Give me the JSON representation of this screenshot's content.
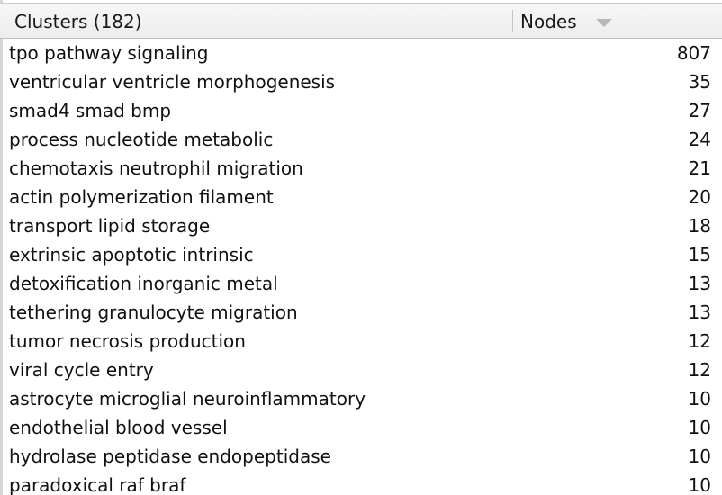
{
  "header": {
    "clusters_label": "Clusters (182)",
    "nodes_label": "Nodes",
    "sort_icon": "sort-descending-icon"
  },
  "rows": [
    {
      "name": "tpo pathway signaling",
      "count": "807"
    },
    {
      "name": "ventricular ventricle morphogenesis",
      "count": "35"
    },
    {
      "name": "smad4 smad bmp",
      "count": "27"
    },
    {
      "name": "process nucleotide metabolic",
      "count": "24"
    },
    {
      "name": "chemotaxis neutrophil migration",
      "count": "21"
    },
    {
      "name": "actin polymerization filament",
      "count": "20"
    },
    {
      "name": "transport lipid storage",
      "count": "18"
    },
    {
      "name": "extrinsic apoptotic intrinsic",
      "count": "15"
    },
    {
      "name": "detoxification inorganic metal",
      "count": "13"
    },
    {
      "name": "tethering granulocyte migration",
      "count": "13"
    },
    {
      "name": "tumor necrosis production",
      "count": "12"
    },
    {
      "name": "viral cycle entry",
      "count": "12"
    },
    {
      "name": "astrocyte microglial neuroinflammatory",
      "count": "10"
    },
    {
      "name": "endothelial blood vessel",
      "count": "10"
    },
    {
      "name": "hydrolase peptidase endopeptidase",
      "count": "10"
    },
    {
      "name": "paradoxical raf braf",
      "count": "10"
    }
  ]
}
